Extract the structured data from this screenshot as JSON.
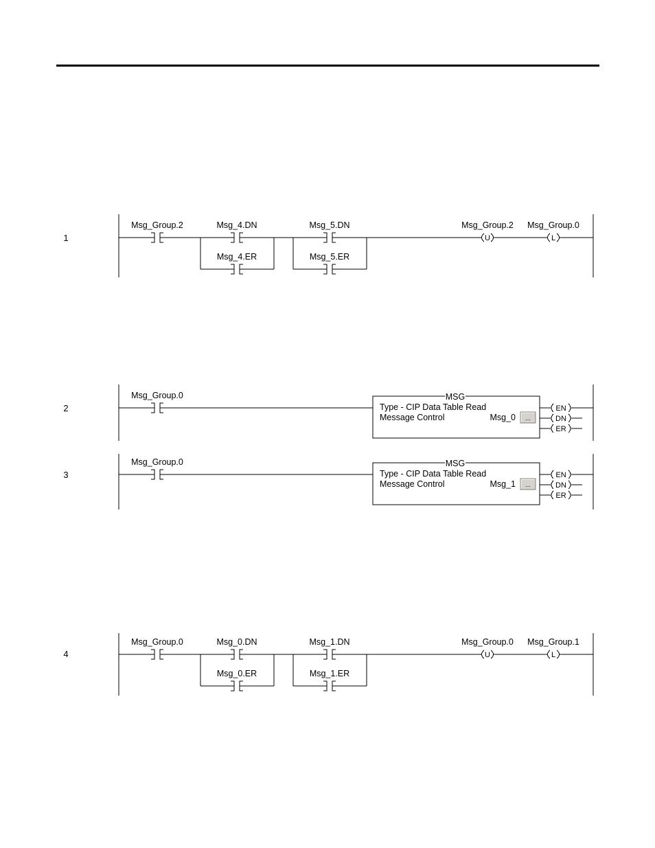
{
  "rungs": [
    {
      "number": "1",
      "elements": [
        {
          "kind": "xic",
          "tag": "Msg_Group.2"
        },
        {
          "kind": "branch",
          "tags": [
            "Msg_4.DN",
            "Msg_4.ER"
          ]
        },
        {
          "kind": "branch",
          "tags": [
            "Msg_5.DN",
            "Msg_5.ER"
          ]
        },
        {
          "kind": "coil",
          "tag": "Msg_Group.2",
          "symbol": "U"
        },
        {
          "kind": "coil",
          "tag": "Msg_Group.0",
          "symbol": "L"
        }
      ]
    },
    {
      "number": "2",
      "elements": [
        {
          "kind": "xic",
          "tag": "Msg_Group.0"
        },
        {
          "kind": "msg",
          "title": "MSG",
          "type_line": "Type - CIP Data Table Read",
          "control_label": "Message Control",
          "control_tag": "Msg_0",
          "button": "...",
          "outputs": [
            "EN",
            "DN",
            "ER"
          ]
        }
      ]
    },
    {
      "number": "3",
      "elements": [
        {
          "kind": "xic",
          "tag": "Msg_Group.0"
        },
        {
          "kind": "msg",
          "title": "MSG",
          "type_line": "Type - CIP Data Table Read",
          "control_label": "Message Control",
          "control_tag": "Msg_1",
          "button": "...",
          "outputs": [
            "EN",
            "DN",
            "ER"
          ]
        }
      ]
    },
    {
      "number": "4",
      "elements": [
        {
          "kind": "xic",
          "tag": "Msg_Group.0"
        },
        {
          "kind": "branch",
          "tags": [
            "Msg_0.DN",
            "Msg_0.ER"
          ]
        },
        {
          "kind": "branch",
          "tags": [
            "Msg_1.DN",
            "Msg_1.ER"
          ]
        },
        {
          "kind": "coil",
          "tag": "Msg_Group.0",
          "symbol": "U"
        },
        {
          "kind": "coil",
          "tag": "Msg_Group.1",
          "symbol": "L"
        }
      ]
    }
  ]
}
